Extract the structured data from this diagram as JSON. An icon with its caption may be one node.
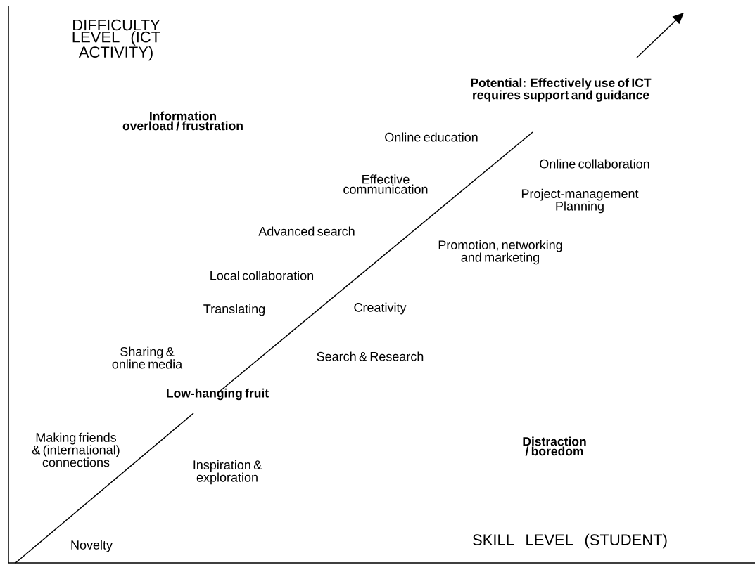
{
  "diagram": {
    "labels": [
      "DIFFICULTY LEVEL (ICT ACTIVITY)",
      "Potential: Effectively use of ICT requires support and guidance",
      "Information overload / frustration",
      "Online education",
      "Effective communication",
      "Online collaboration",
      "Project-management Planning",
      "Advanced search",
      "Promotion, networking and marketing",
      "Local collaboration",
      "Translating",
      "Creativity",
      "Sharing & online media",
      "Search & Research",
      "Low-hanging fruit",
      "Making friends & (international) connections",
      "Distraction / boredom",
      "Inspiration & exploration",
      "Novelty",
      "SKILL LEVEL (STUDENT)"
    ]
  }
}
